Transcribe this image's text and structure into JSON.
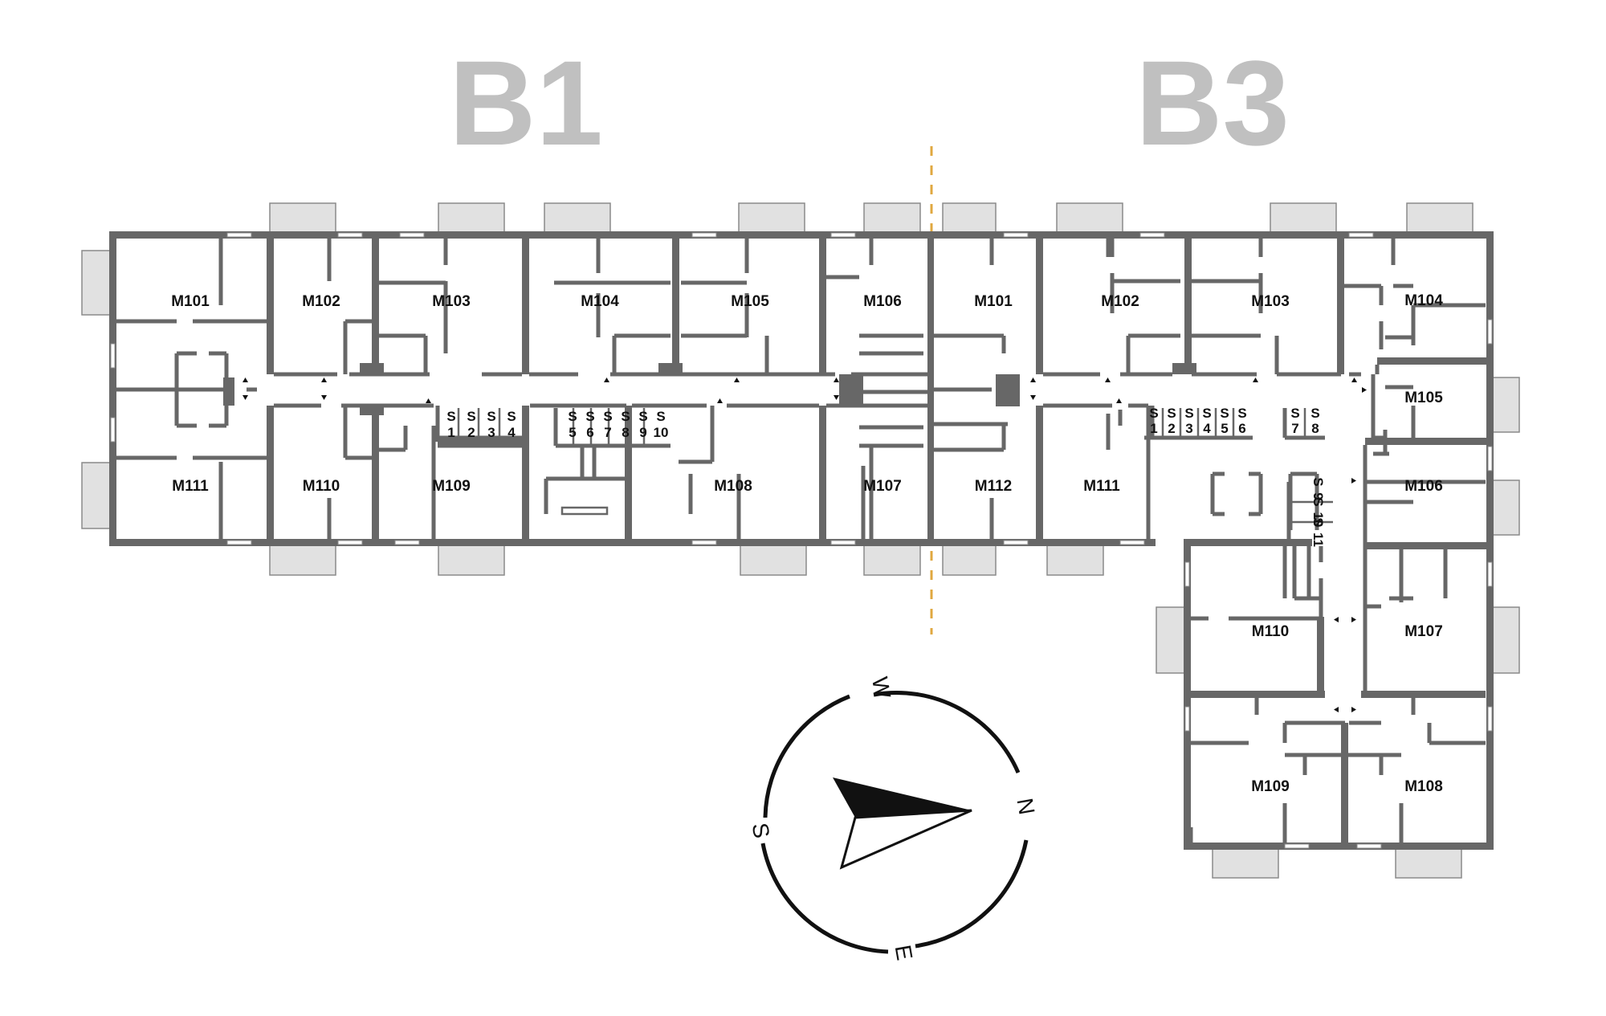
{
  "buildings": [
    {
      "id": "b1",
      "label": "B1"
    },
    {
      "id": "b3",
      "label": "B3"
    }
  ],
  "rooms_b1": [
    "M101",
    "M102",
    "M103",
    "M104",
    "M105",
    "M106",
    "M107",
    "M108",
    "M109",
    "M110",
    "M111"
  ],
  "rooms_b3": [
    "M101",
    "M102",
    "M103",
    "M104",
    "M105",
    "M106",
    "M107",
    "M108",
    "M109",
    "M110",
    "M111",
    "M112"
  ],
  "storage_b1": [
    {
      "s": "S",
      "n": "1"
    },
    {
      "s": "S",
      "n": "2"
    },
    {
      "s": "S",
      "n": "3"
    },
    {
      "s": "S",
      "n": "4"
    },
    {
      "s": "S",
      "n": "5"
    },
    {
      "s": "S",
      "n": "6"
    },
    {
      "s": "S",
      "n": "7"
    },
    {
      "s": "S",
      "n": "8"
    },
    {
      "s": "S",
      "n": "9"
    },
    {
      "s": "S",
      "n": "10"
    }
  ],
  "storage_b3": [
    {
      "s": "S",
      "n": "1"
    },
    {
      "s": "S",
      "n": "2"
    },
    {
      "s": "S",
      "n": "3"
    },
    {
      "s": "S",
      "n": "4"
    },
    {
      "s": "S",
      "n": "5"
    },
    {
      "s": "S",
      "n": "6"
    },
    {
      "s": "S",
      "n": "7"
    },
    {
      "s": "S",
      "n": "8"
    },
    {
      "s": "S",
      "n": "9"
    },
    {
      "s": "S",
      "n": "10"
    },
    {
      "s": "S",
      "n": "11"
    }
  ],
  "compass": {
    "north": "N",
    "south": "S",
    "east": "E",
    "west": "W"
  },
  "colors": {
    "wall": "#676767",
    "balcony": "#e1e1e1",
    "building_label": "#c0c0c0",
    "divider": "#e0a840"
  }
}
